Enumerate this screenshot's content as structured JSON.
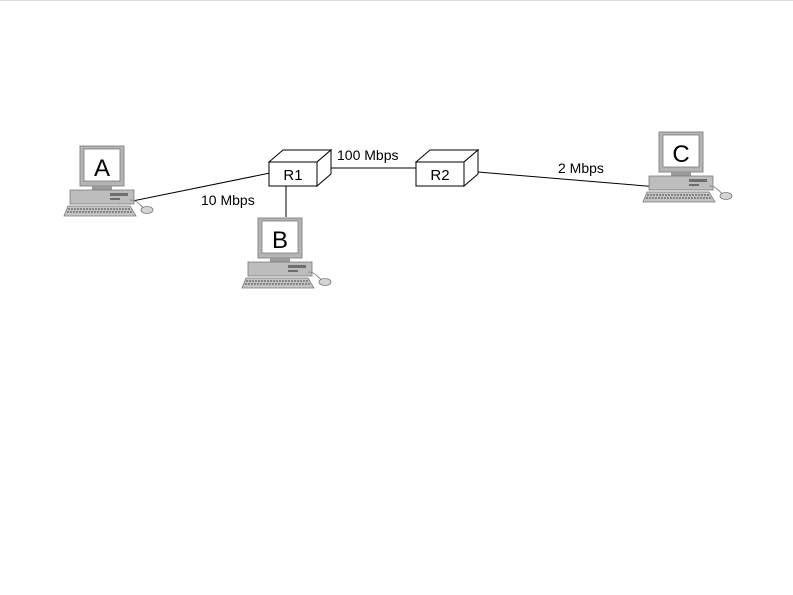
{
  "hosts": {
    "a": {
      "label": "A"
    },
    "b": {
      "label": "B"
    },
    "c": {
      "label": "C"
    }
  },
  "routers": {
    "r1": {
      "label": "R1"
    },
    "r2": {
      "label": "R2"
    }
  },
  "links": {
    "a_r1": {
      "label": "10 Mbps"
    },
    "r1_r2": {
      "label": "100 Mbps"
    },
    "r2_c": {
      "label": "2 Mbps"
    },
    "r1_b": {
      "label": ""
    }
  },
  "colors": {
    "line": "#000000",
    "computer_body": "#b4b4b4",
    "computer_dark": "#6e6e6e",
    "screen": "#ffffff",
    "router_face": "#ffffff"
  }
}
